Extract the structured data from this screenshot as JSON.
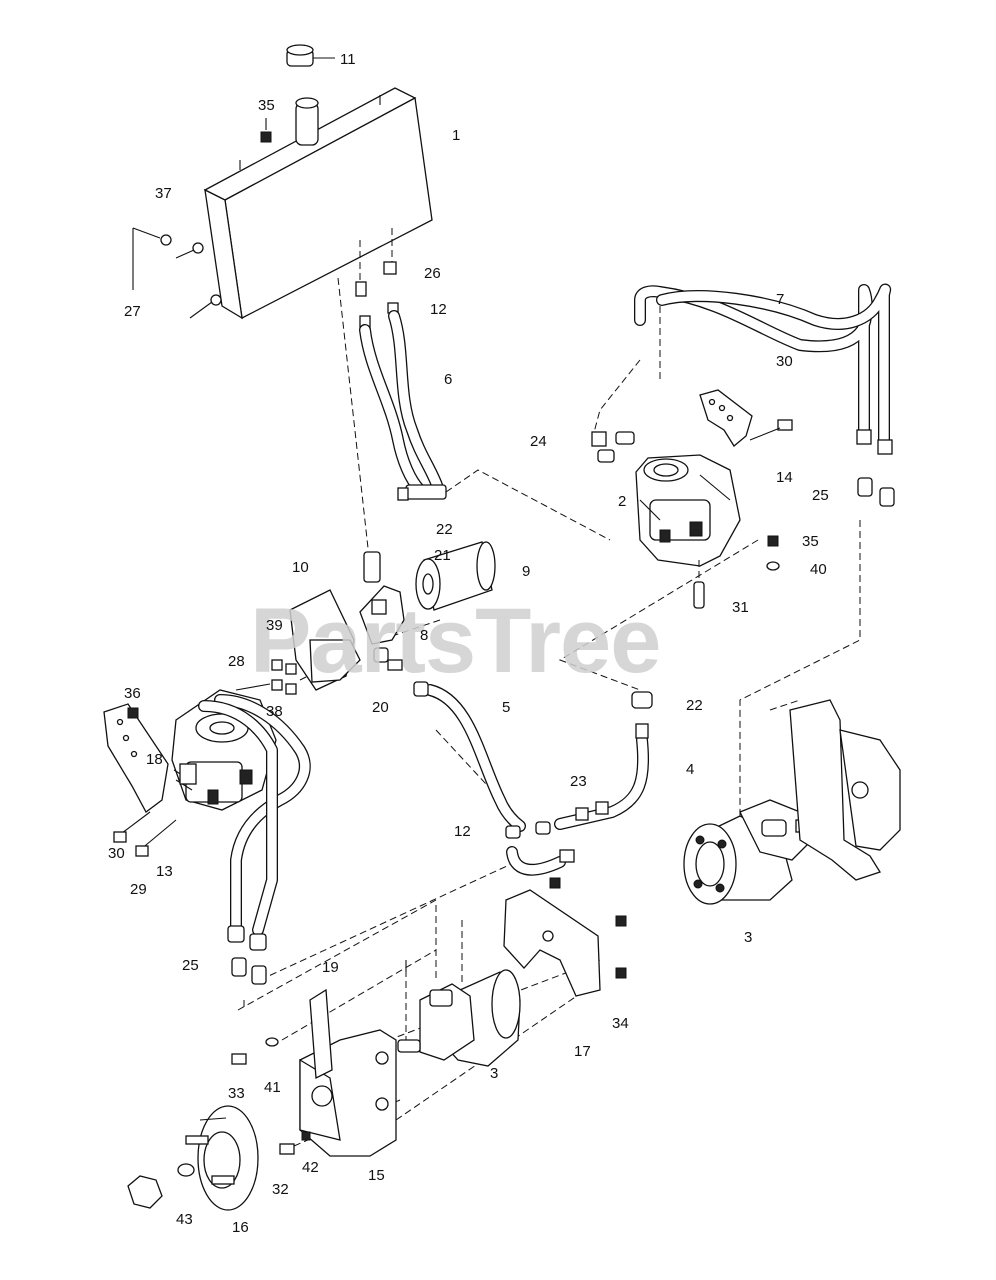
{
  "watermark": "PartsTree",
  "callouts": [
    {
      "id": "c11",
      "label": "11"
    },
    {
      "id": "c35a",
      "label": "35"
    },
    {
      "id": "c1",
      "label": "1"
    },
    {
      "id": "c37",
      "label": "37"
    },
    {
      "id": "c27",
      "label": "27"
    },
    {
      "id": "c26",
      "label": "26"
    },
    {
      "id": "c12a",
      "label": "12"
    },
    {
      "id": "c7",
      "label": "7"
    },
    {
      "id": "c30a",
      "label": "30"
    },
    {
      "id": "c6",
      "label": "6"
    },
    {
      "id": "c24",
      "label": "24"
    },
    {
      "id": "c14",
      "label": "14"
    },
    {
      "id": "c2",
      "label": "2"
    },
    {
      "id": "c25a",
      "label": "25"
    },
    {
      "id": "c22a",
      "label": "22"
    },
    {
      "id": "c21",
      "label": "21"
    },
    {
      "id": "c9",
      "label": "9"
    },
    {
      "id": "c35b",
      "label": "35"
    },
    {
      "id": "c40",
      "label": "40"
    },
    {
      "id": "c10",
      "label": "10"
    },
    {
      "id": "c31",
      "label": "31"
    },
    {
      "id": "c39",
      "label": "39"
    },
    {
      "id": "c8",
      "label": "8"
    },
    {
      "id": "c28",
      "label": "28"
    },
    {
      "id": "c36",
      "label": "36"
    },
    {
      "id": "c38",
      "label": "38"
    },
    {
      "id": "c20",
      "label": "20"
    },
    {
      "id": "c5",
      "label": "5"
    },
    {
      "id": "c22b",
      "label": "22"
    },
    {
      "id": "c18",
      "label": "18"
    },
    {
      "id": "c4",
      "label": "4"
    },
    {
      "id": "c23",
      "label": "23"
    },
    {
      "id": "c12b",
      "label": "12"
    },
    {
      "id": "c30b",
      "label": "30"
    },
    {
      "id": "c29",
      "label": "29"
    },
    {
      "id": "c13",
      "label": "13"
    },
    {
      "id": "c3a",
      "label": "3"
    },
    {
      "id": "c25b",
      "label": "25"
    },
    {
      "id": "c19",
      "label": "19"
    },
    {
      "id": "c34",
      "label": "34"
    },
    {
      "id": "c17",
      "label": "17"
    },
    {
      "id": "c3b",
      "label": "3"
    },
    {
      "id": "c33",
      "label": "33"
    },
    {
      "id": "c41",
      "label": "41"
    },
    {
      "id": "c42",
      "label": "42"
    },
    {
      "id": "c32",
      "label": "32"
    },
    {
      "id": "c15",
      "label": "15"
    },
    {
      "id": "c43",
      "label": "43"
    },
    {
      "id": "c16",
      "label": "16"
    }
  ]
}
